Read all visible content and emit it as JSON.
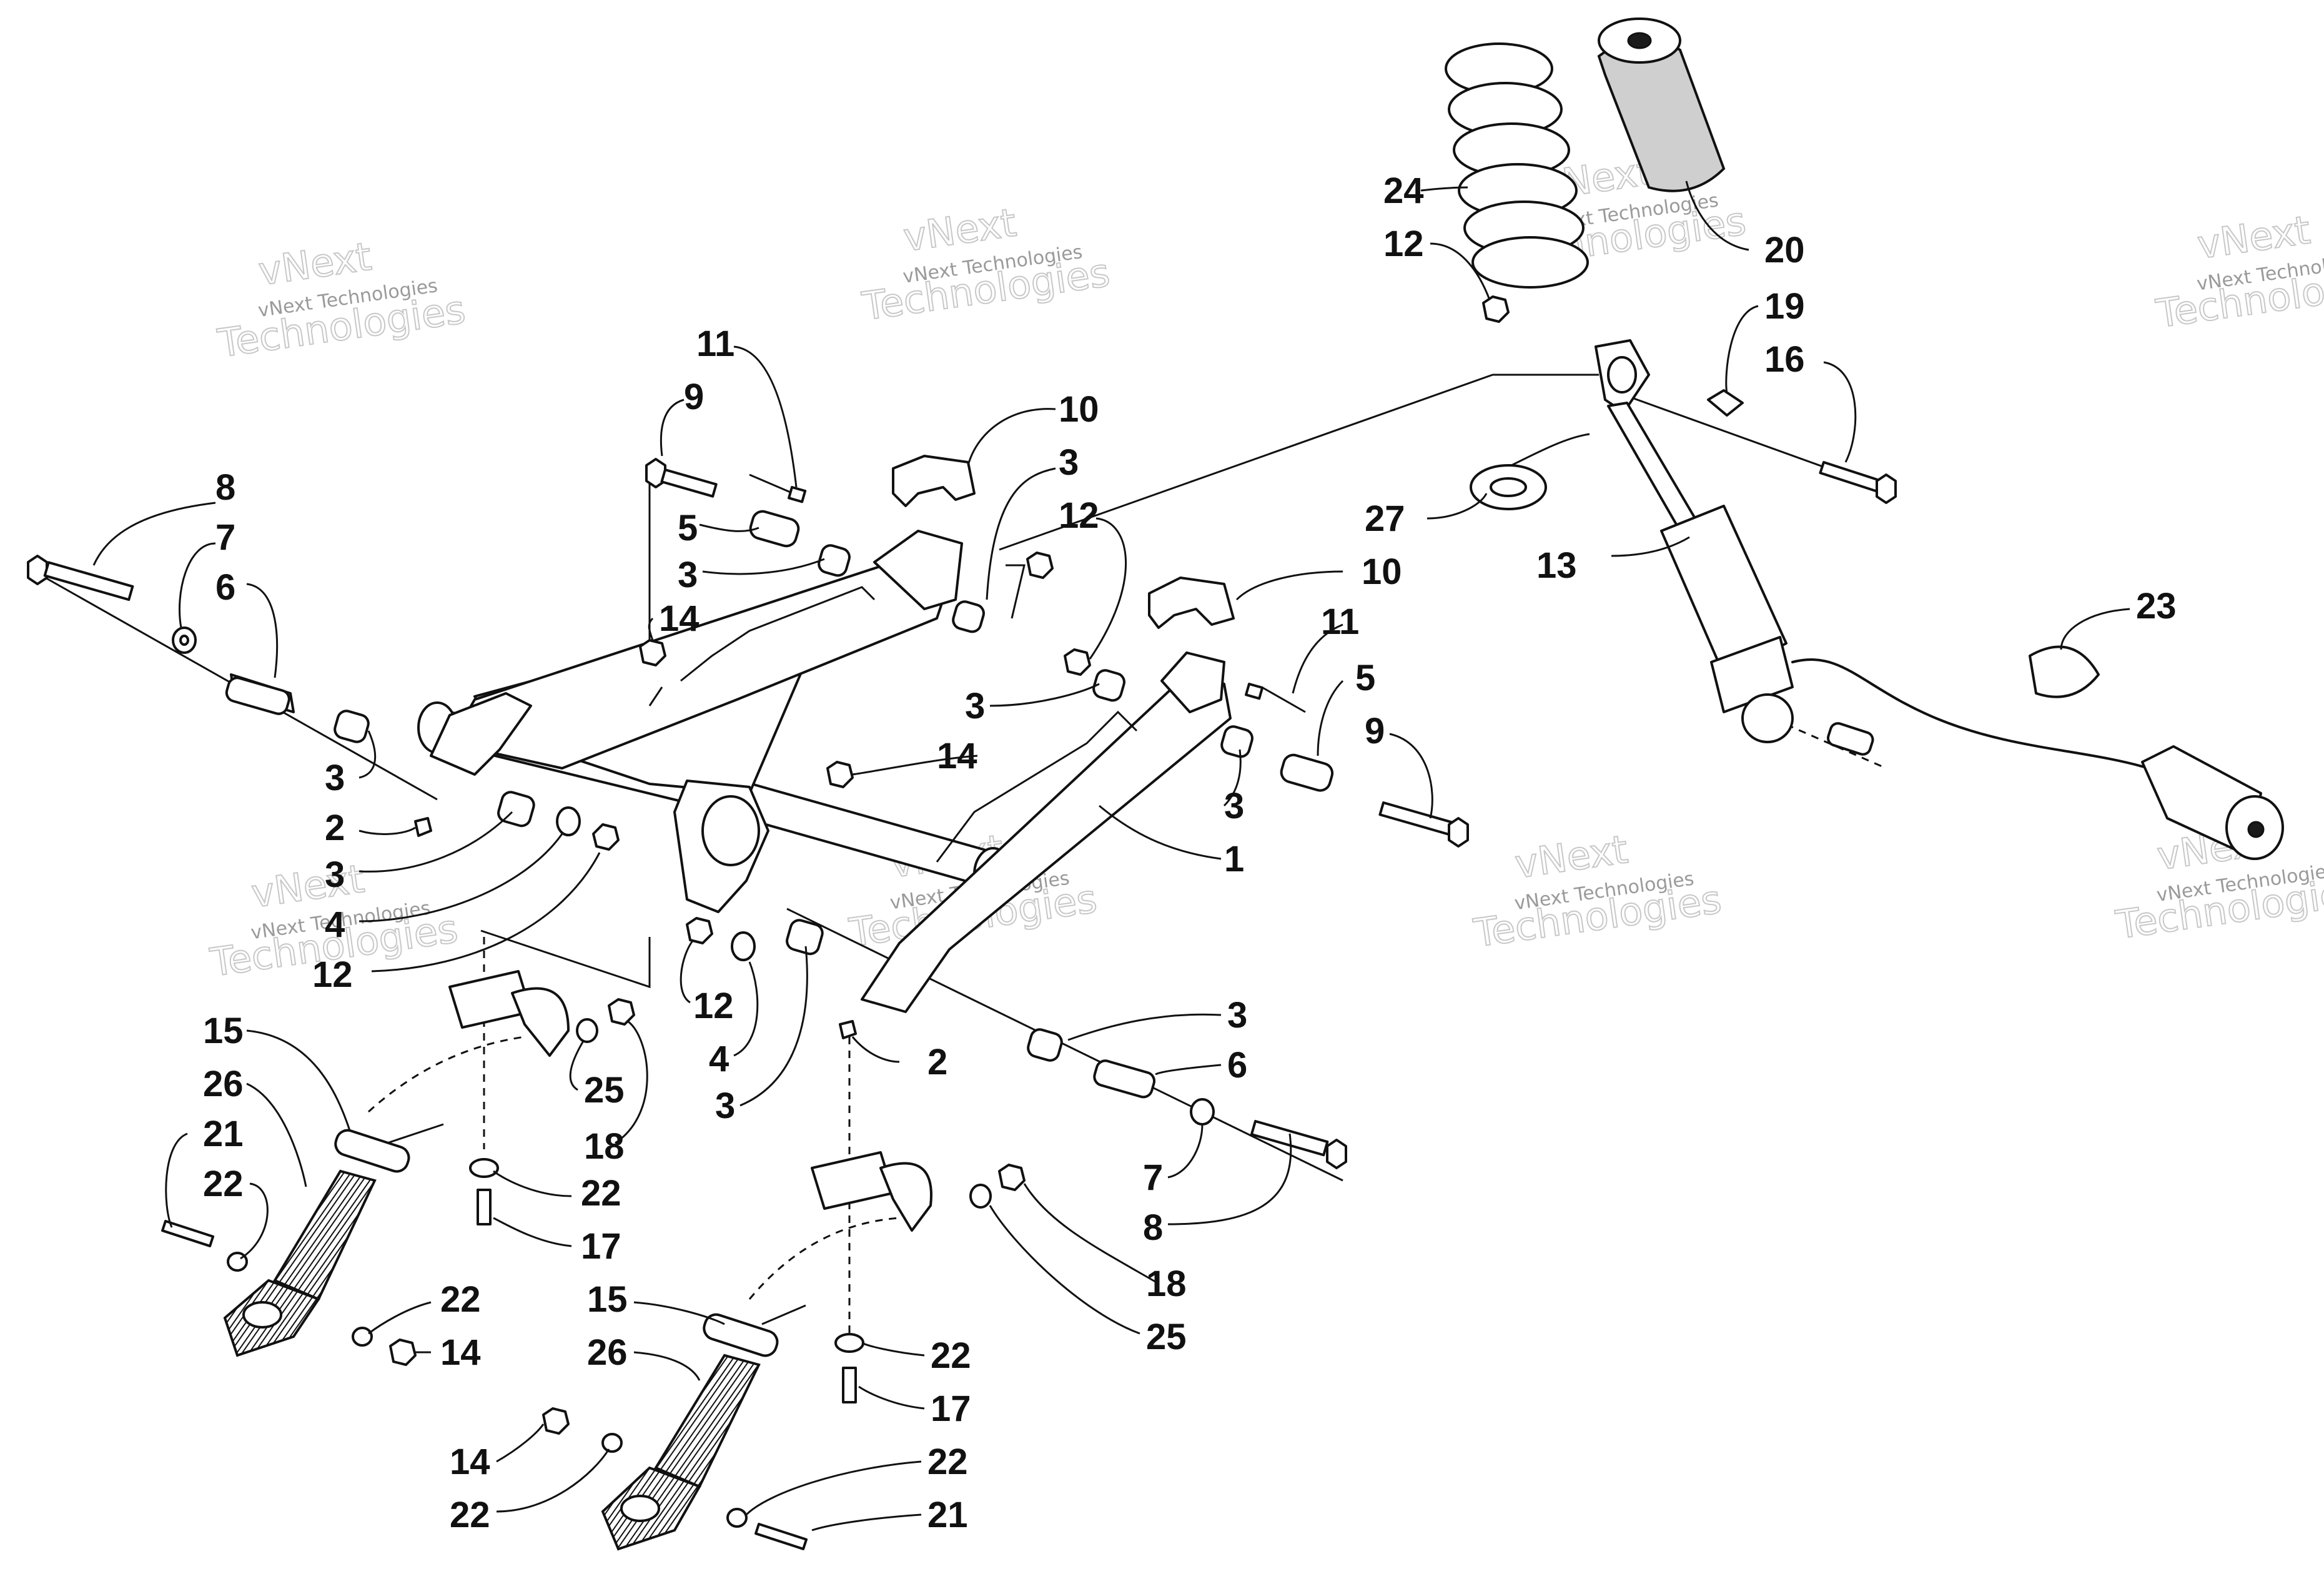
{
  "watermark": {
    "brand": "vNext Technologies",
    "large": "Technologies",
    "prefix": "vNext"
  },
  "callouts": [
    {
      "id": "c8a",
      "text": "8"
    },
    {
      "id": "c7a",
      "text": "7"
    },
    {
      "id": "c6a",
      "text": "6"
    },
    {
      "id": "c3a",
      "text": "3"
    },
    {
      "id": "c2a",
      "text": "2"
    },
    {
      "id": "c3b",
      "text": "3"
    },
    {
      "id": "c4a",
      "text": "4"
    },
    {
      "id": "c12a",
      "text": "12"
    },
    {
      "id": "c11a",
      "text": "11"
    },
    {
      "id": "c9a",
      "text": "9"
    },
    {
      "id": "c5a",
      "text": "5"
    },
    {
      "id": "c3c",
      "text": "3"
    },
    {
      "id": "c14a",
      "text": "14"
    },
    {
      "id": "c10a",
      "text": "10"
    },
    {
      "id": "c3d",
      "text": "3"
    },
    {
      "id": "c12b",
      "text": "12"
    },
    {
      "id": "c10b",
      "text": "10"
    },
    {
      "id": "c11b",
      "text": "11"
    },
    {
      "id": "c3e",
      "text": "3"
    },
    {
      "id": "c5b",
      "text": "5"
    },
    {
      "id": "c9b",
      "text": "9"
    },
    {
      "id": "c14b",
      "text": "14"
    },
    {
      "id": "c3f",
      "text": "3"
    },
    {
      "id": "c1",
      "text": "1"
    },
    {
      "id": "c12c",
      "text": "12"
    },
    {
      "id": "c4b",
      "text": "4"
    },
    {
      "id": "c3g",
      "text": "3"
    },
    {
      "id": "c2b",
      "text": "2"
    },
    {
      "id": "c3h",
      "text": "3"
    },
    {
      "id": "c6b",
      "text": "6"
    },
    {
      "id": "c7b",
      "text": "7"
    },
    {
      "id": "c8b",
      "text": "8"
    },
    {
      "id": "c24",
      "text": "24"
    },
    {
      "id": "c12d",
      "text": "12"
    },
    {
      "id": "c20",
      "text": "20"
    },
    {
      "id": "c19",
      "text": "19"
    },
    {
      "id": "c16",
      "text": "16"
    },
    {
      "id": "c27",
      "text": "27"
    },
    {
      "id": "c13",
      "text": "13"
    },
    {
      "id": "c23",
      "text": "23"
    },
    {
      "id": "c15a",
      "text": "15"
    },
    {
      "id": "c26a",
      "text": "26"
    },
    {
      "id": "c21a",
      "text": "21"
    },
    {
      "id": "c22a",
      "text": "22"
    },
    {
      "id": "c25a",
      "text": "25"
    },
    {
      "id": "c18a",
      "text": "18"
    },
    {
      "id": "c22b",
      "text": "22"
    },
    {
      "id": "c17a",
      "text": "17"
    },
    {
      "id": "c22c",
      "text": "22"
    },
    {
      "id": "c14c",
      "text": "14"
    },
    {
      "id": "c18b",
      "text": "18"
    },
    {
      "id": "c25b",
      "text": "25"
    },
    {
      "id": "c15b",
      "text": "15"
    },
    {
      "id": "c26b",
      "text": "26"
    },
    {
      "id": "c22d",
      "text": "22"
    },
    {
      "id": "c17b",
      "text": "17"
    },
    {
      "id": "c14d",
      "text": "14"
    },
    {
      "id": "c22e",
      "text": "22"
    },
    {
      "id": "c22f",
      "text": "22"
    },
    {
      "id": "c21b",
      "text": "21"
    }
  ]
}
